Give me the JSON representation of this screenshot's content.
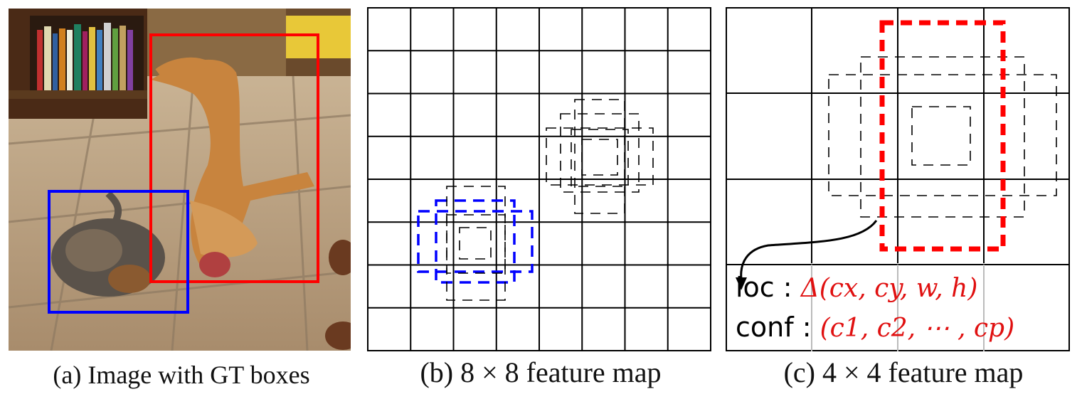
{
  "panel_a": {
    "caption": "(a) Image with GT boxes",
    "gt_boxes": [
      {
        "object": "dog",
        "color": "#ff0000"
      },
      {
        "object": "cat",
        "color": "#0000ff"
      }
    ]
  },
  "panel_b": {
    "caption": "(b) 8 × 8 feature map",
    "grid_size": 8
  },
  "panel_c": {
    "caption": "(c) 4 × 4 feature map",
    "grid_size": 4,
    "loc_label": "loc",
    "loc_value": "Δ(cx, cy, w, h)",
    "conf_label": "conf",
    "conf_value": "(c1, c2, ⋯ , cp)",
    "colon": ":"
  },
  "colors": {
    "dog_box": "#ff0000",
    "cat_box": "#0000ff",
    "default_box": "#000000",
    "prediction_text": "#e01010"
  }
}
